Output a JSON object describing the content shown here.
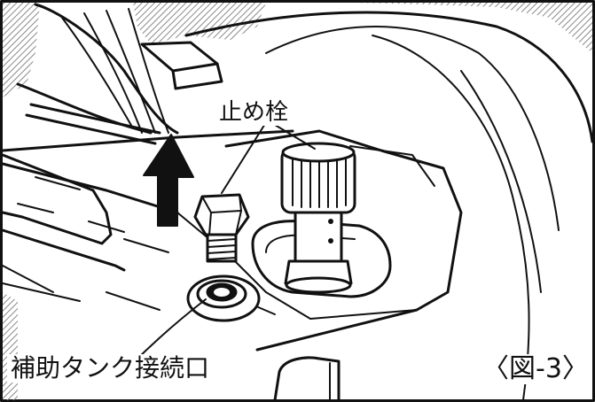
{
  "figure": {
    "label_stop_plug": "止め栓",
    "label_aux_tank_port": "補助タンク接続口",
    "figure_number": "〈図-3〉"
  },
  "colors": {
    "ink": "#111111",
    "paper": "#ffffff",
    "hatch": "#8a8a8a"
  },
  "icons": {
    "arrow": "arrow-up-icon"
  }
}
